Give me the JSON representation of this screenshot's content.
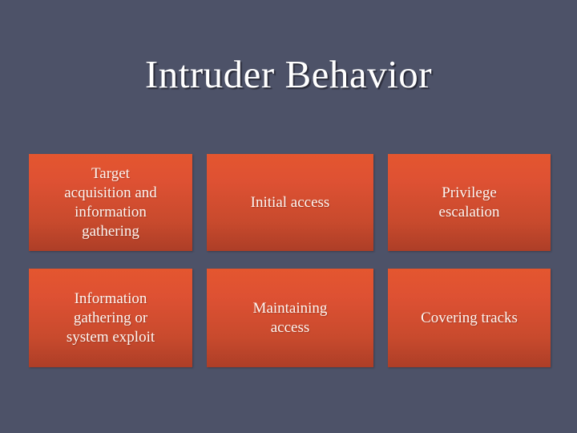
{
  "slide": {
    "title": "Intruder Behavior",
    "background_color": "#4d5268",
    "title_color": "#ffffff",
    "cell_color_top": "#e4562f",
    "cell_color_bottom": "#ad3e27",
    "cell_text_color": "#fdf6f2"
  },
  "matrix": {
    "rows": [
      {
        "cells": [
          {
            "text": "Target\nacquisition and\ninformation\ngathering"
          },
          {
            "text": "Initial access"
          },
          {
            "text": "Privilege\nescalation"
          }
        ]
      },
      {
        "cells": [
          {
            "text": "Information\ngathering or\nsystem exploit"
          },
          {
            "text": "Maintaining\naccess"
          },
          {
            "text": "Covering tracks"
          }
        ]
      }
    ]
  }
}
